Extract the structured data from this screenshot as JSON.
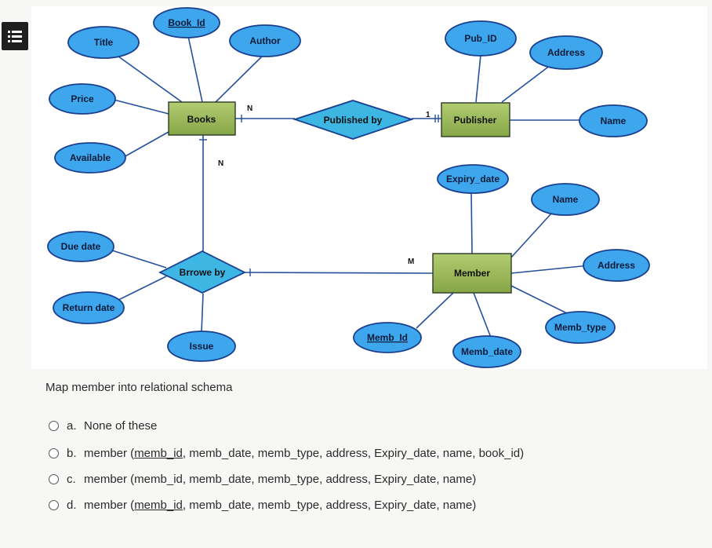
{
  "diagram": {
    "attributes": {
      "book_id": "Book_Id",
      "title": "Title",
      "author": "Author",
      "price": "Price",
      "available": "Available",
      "pub_id": "Pub_ID",
      "publisher_address": "Address",
      "publisher_name": "Name",
      "expiry_date": "Expiry_date",
      "member_name": "Name",
      "member_address": "Address",
      "memb_type": "Memb_type",
      "memb_id": "Memb_Id",
      "memb_date": "Memb_date",
      "due_date": "Due date",
      "return_date": "Return date",
      "issue": "Issue"
    },
    "entities": {
      "books": "Books",
      "publisher": "Publisher",
      "member": "Member"
    },
    "relationships": {
      "published_by": "Published by",
      "brrowe_by": "Brrowe by"
    },
    "cardinality": {
      "books_published": "N",
      "publisher_published": "1",
      "books_borrow": "N",
      "member_borrow": "M"
    },
    "colors": {
      "attribute_fill": "#3ea6ec",
      "entity_fill": "#98b654",
      "relationship_fill": "#3eb6e3"
    }
  },
  "question": {
    "text": "Map member into relational schema",
    "options": [
      {
        "letter": "a.",
        "prefix": "None of these",
        "key": "",
        "rest": ""
      },
      {
        "letter": "b.",
        "prefix": "member (",
        "key": "memb_id",
        "rest": ", memb_date, memb_type, address, Expiry_date, name, book_id)"
      },
      {
        "letter": "c.",
        "prefix": "member (memb_id, memb_date, memb_type, address, Expiry_date, name)",
        "key": "",
        "rest": ""
      },
      {
        "letter": "d.",
        "prefix": "member (",
        "key": "memb_id",
        "rest": ", memb_date, memb_type, address, Expiry_date, name)"
      }
    ]
  }
}
